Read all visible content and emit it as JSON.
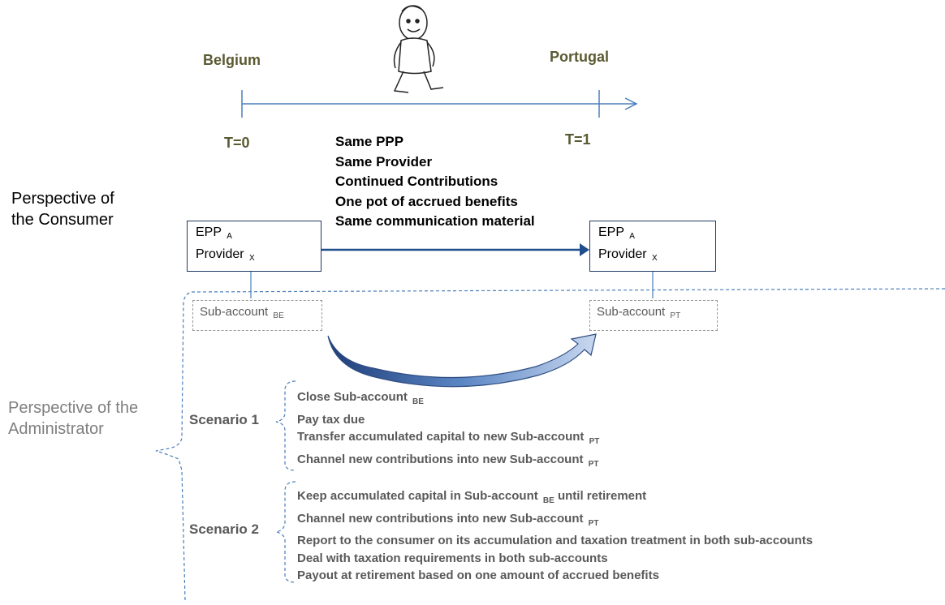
{
  "timeline": {
    "origin_country": "Belgium",
    "destination_country": "Portugal",
    "t0_label": "T=0",
    "t1_label": "T=1"
  },
  "consumer_changes": [
    "Same PPP",
    "Same Provider",
    "Continued Contributions",
    "One pot of accrued benefits",
    "Same communication material"
  ],
  "perspective_consumer": [
    "Perspective of",
    "the Consumer"
  ],
  "perspective_admin": [
    "Perspective  of the",
    "Administrator"
  ],
  "box_left": {
    "line1": "EPP",
    "line1_sub": "A",
    "line2": "Provider",
    "line2_sub": "X"
  },
  "box_right": {
    "line1": "EPP",
    "line1_sub": "A",
    "line2": "Provider",
    "line2_sub": "X"
  },
  "subaccount_left": {
    "label": "Sub-account",
    "sub": "BE"
  },
  "subaccount_right": {
    "label": "Sub-account",
    "sub": "PT"
  },
  "scenario1": {
    "title": "Scenario 1",
    "lines": [
      {
        "text": "Close Sub-account",
        "sub": "BE"
      },
      {
        "text": "Pay tax due",
        "sub": ""
      },
      {
        "text": "Transfer accumulated capital to new Sub-account",
        "sub": "PT"
      },
      {
        "text": "Channel new contributions into new Sub-account",
        "sub": "PT"
      }
    ]
  },
  "scenario2": {
    "title": "Scenario 2",
    "lines": [
      {
        "text": "Keep accumulated capital in Sub-account",
        "sub": "BE",
        "tail": "until retirement"
      },
      {
        "text": "Channel new contributions into new Sub-account",
        "sub": "PT",
        "tail": ""
      },
      {
        "text": "Report to the consumer on its accumulation and taxation treatment in both sub-accounts",
        "sub": "",
        "tail": ""
      },
      {
        "text": "Deal with taxation requirements in both sub-accounts",
        "sub": "",
        "tail": ""
      },
      {
        "text": "Payout at retirement based on one amount of accrued benefits",
        "sub": "",
        "tail": ""
      }
    ]
  },
  "colors": {
    "line_blue": "#4a7ebb",
    "box_border": "#1f3864",
    "dashed_blue": "#4a7ebb",
    "grey_text": "#595959"
  }
}
